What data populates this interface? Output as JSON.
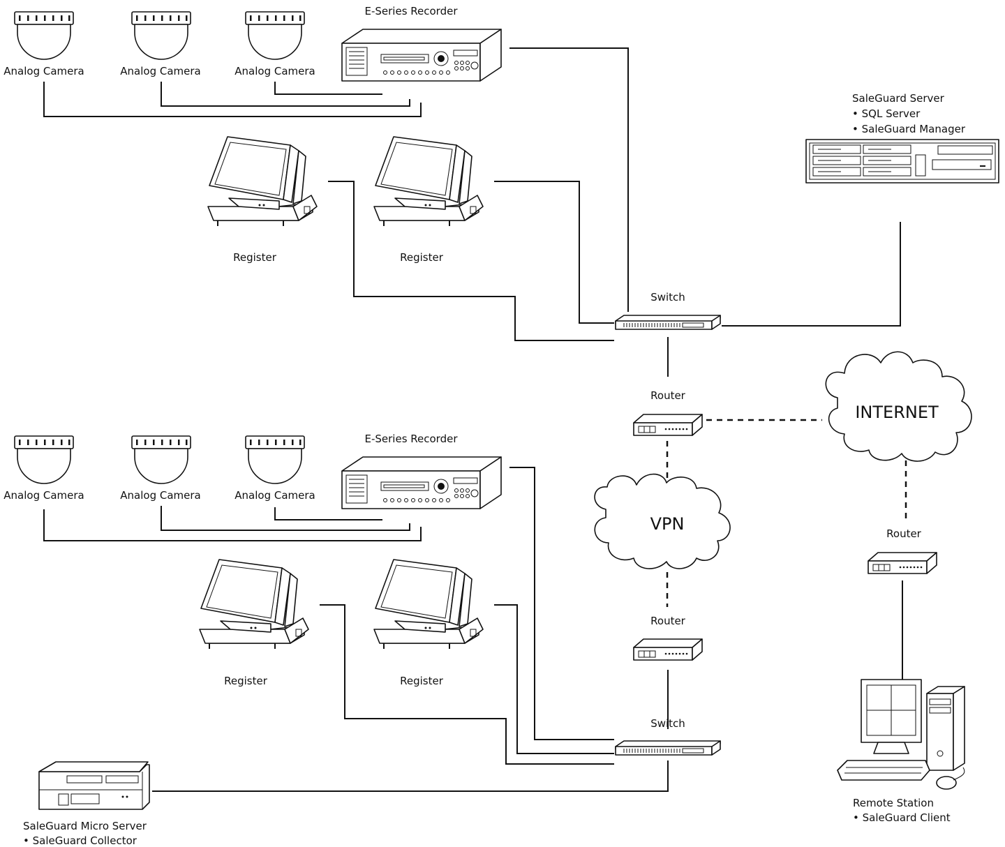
{
  "diagram": {
    "site_a": {
      "cameras": [
        "Analog Camera",
        "Analog Camera",
        "Analog Camera"
      ],
      "recorder": "E-Series Recorder",
      "registers": [
        "Register",
        "Register"
      ],
      "switch": "Switch",
      "router": "Router"
    },
    "server": {
      "title": "SaleGuard Server",
      "items": [
        "• SQL Server",
        "• SaleGuard Manager"
      ]
    },
    "internet": "INTERNET",
    "vpn": "VPN",
    "site_b": {
      "cameras": [
        "Analog Camera",
        "Analog Camera",
        "Analog Camera"
      ],
      "recorder": "E-Series Recorder",
      "registers": [
        "Register",
        "Register"
      ],
      "router": "Router",
      "switch": "Switch"
    },
    "micro_server": {
      "title": "SaleGuard Micro Server",
      "items": [
        "• SaleGuard Collector"
      ]
    },
    "remote": {
      "router": "Router",
      "title": "Remote Station",
      "items": [
        "• SaleGuard Client"
      ]
    },
    "icons": [
      "dome-camera-icon",
      "recorder-icon",
      "pos-register-icon",
      "switch-icon",
      "router-icon",
      "rack-server-icon",
      "cloud-icon",
      "desktop-computer-icon",
      "micro-server-icon"
    ]
  }
}
